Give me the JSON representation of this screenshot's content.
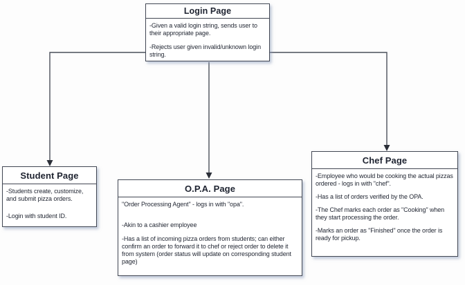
{
  "diagram": {
    "type": "flowchart",
    "boxes": {
      "login": {
        "title": "Login Page",
        "bullets": [
          "-Given a valid login string, sends user to their appropriate page.",
          "-Rejects user given invalid/unknown login string."
        ]
      },
      "student": {
        "title": "Student Page",
        "bullets": [
          "-Students create, customize, and submit pizza orders.",
          "-Login with student ID."
        ]
      },
      "opa": {
        "title": "O.P.A. Page",
        "bullets": [
          "\"Order Processing Agent\" - logs in with \"opa\".",
          "-Akin to a cashier employee",
          "-Has a list of incoming pizza orders from students; can either confirm an order to forward it to chef or reject order to delete it from system (order status will update on corresponding student page)"
        ]
      },
      "chef": {
        "title": "Chef Page",
        "bullets": [
          "-Employee who would be cooking the actual pizzas ordered - logs in with \"chef\".",
          "-Has a list of orders verified by the OPA.",
          "-The Chef marks each order as \"Cooking\" when they start processing the order.",
          "-Marks an order as \"Finished\" once the order is ready for pickup."
        ]
      }
    },
    "connections": [
      {
        "from": "Login Page",
        "to": "Student Page",
        "style": "arrow"
      },
      {
        "from": "Login Page",
        "to": "O.P.A. Page",
        "style": "arrow"
      },
      {
        "from": "Login Page",
        "to": "Chef Page",
        "style": "arrow"
      }
    ],
    "colors": {
      "background": "#fdfdfd",
      "box_fill": "#ffffff",
      "border": "#414652",
      "connector": "#4a4f5a",
      "shadow": "#8d9cbc",
      "text": "#232834"
    }
  }
}
